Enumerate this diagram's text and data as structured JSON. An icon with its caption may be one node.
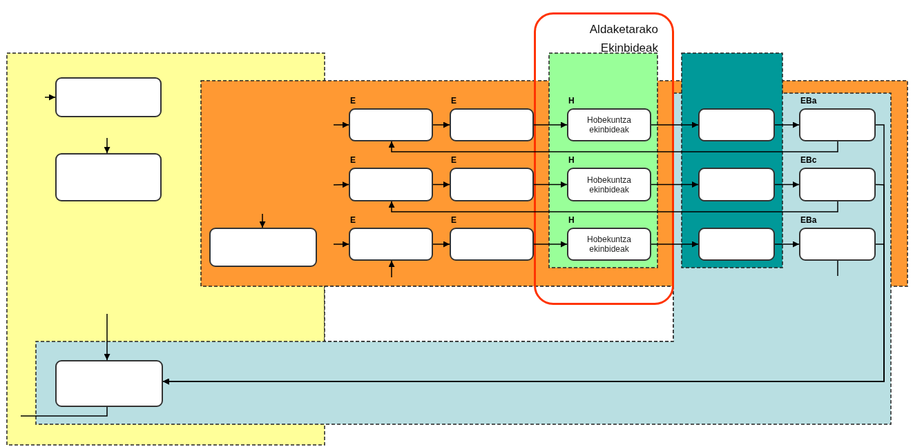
{
  "diagram": {
    "nodes": [
      {
        "text": [],
        "shape": "box"
      },
      {
        "text": [],
        "shape": "box"
      },
      {
        "text": [],
        "shape": "box"
      },
      {
        "text": [
          "E"
        ]
      },
      {
        "text": [
          "E"
        ]
      },
      {
        "text": [
          "E"
        ]
      },
      {
        "text": [
          "E"
        ]
      },
      {
        "text": [
          "E"
        ]
      },
      {
        "text": [
          "E"
        ]
      },
      {
        "text": [
          "Aldaketarako Ekinbideak"
        ]
      },
      {
        "text": [
          "H",
          "Hobekuntza ekinbideak"
        ],
        "in": 9
      },
      {
        "text": [
          "H",
          "Hobekuntza ekinbideak"
        ],
        "in": 9
      },
      {
        "text": [
          "H",
          "Hobekuntza ekinbideak"
        ],
        "in": 9
      },
      {
        "text": [],
        "shape": "box"
      },
      {
        "text": [],
        "shape": "box"
      },
      {
        "text": [],
        "shape": "box"
      },
      {
        "text": [
          "EBa"
        ]
      },
      {
        "text": [
          "EBc"
        ]
      },
      {
        "text": [
          "EBa"
        ]
      },
      {
        "text": [],
        "shape": "box"
      }
    ],
    "edges": [
      {
        "from": null,
        "to": 0,
        "arrow": "to"
      },
      {
        "from": null,
        "to": 1,
        "arrow": "to"
      },
      {
        "from": null,
        "to": 2,
        "arrow": "to"
      },
      {
        "from": null,
        "to": 3,
        "arrow": "to"
      },
      {
        "from": 3,
        "to": 4,
        "arrow": "to"
      },
      {
        "from": 4,
        "to": 10,
        "arrow": "to"
      },
      {
        "from": 10,
        "to": 13,
        "arrow": "to"
      },
      {
        "from": 13,
        "to": 16,
        "arrow": "to"
      },
      {
        "from": null,
        "to": 5,
        "arrow": "to"
      },
      {
        "from": 5,
        "to": 6,
        "arrow": "to"
      },
      {
        "from": 6,
        "to": 11,
        "arrow": "to"
      },
      {
        "from": 11,
        "to": 14,
        "arrow": "to"
      },
      {
        "from": 14,
        "to": 17,
        "arrow": "to"
      },
      {
        "from": null,
        "to": 7,
        "arrow": "to"
      },
      {
        "from": 7,
        "to": 8,
        "arrow": "to"
      },
      {
        "from": 8,
        "to": 12,
        "arrow": "to"
      },
      {
        "from": 12,
        "to": 15,
        "arrow": "to"
      },
      {
        "from": 15,
        "to": 18,
        "arrow": "to"
      },
      {
        "from": 16,
        "to": 3,
        "arrow": "to"
      },
      {
        "from": 17,
        "to": 5,
        "arrow": "to"
      },
      {
        "from": null,
        "to": 7,
        "arrow": "to"
      },
      {
        "from": 18,
        "to": null,
        "arrow": "none"
      },
      {
        "from": 16,
        "to": 19,
        "arrow": "to"
      },
      {
        "from": 17,
        "to": 19,
        "arrow": "to"
      },
      {
        "from": 18,
        "to": 19,
        "arrow": "to"
      },
      {
        "from": null,
        "to": 19,
        "arrow": "to"
      },
      {
        "from": 19,
        "to": null,
        "arrow": "none"
      }
    ]
  }
}
